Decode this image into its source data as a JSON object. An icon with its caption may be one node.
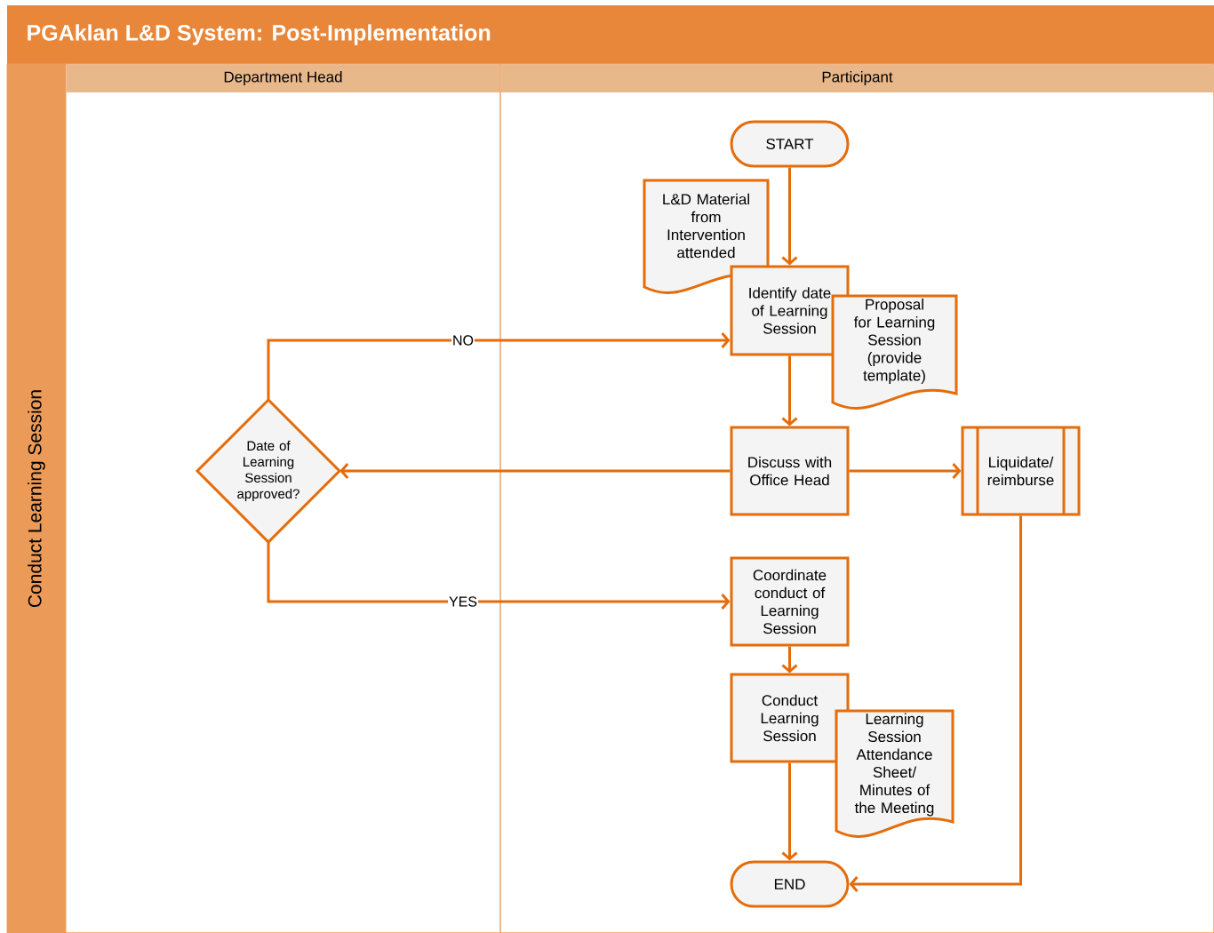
{
  "diagram": {
    "title": "PGAklan L&D System: Post-Implementation",
    "nodes": [
      {
        "text": [
          "Conduct Learning Session"
        ]
      },
      {
        "text": [
          "Department Head"
        ],
        "in": 0
      },
      {
        "text": [
          "Participant"
        ],
        "in": 0
      },
      {
        "text": [
          "START"
        ],
        "in": 2
      },
      {
        "text": [
          "L&D Material from Intervention attended"
        ],
        "in": 2
      },
      {
        "text": [
          "Identify date of Learning Session"
        ],
        "in": 2
      },
      {
        "text": [
          "Proposal for Learning Session (provide template)"
        ],
        "in": 2
      },
      {
        "text": [
          "Date of Learning Session approved?"
        ],
        "in": 1
      },
      {
        "text": [
          "Discuss with Office Head"
        ],
        "in": 2
      },
      {
        "text": [
          "Liquidate/ reimburse"
        ],
        "in": 2
      },
      {
        "text": [
          "Coordinate conduct of Learning Session"
        ],
        "in": 2
      },
      {
        "text": [
          "Conduct Learning Session"
        ],
        "in": 2
      },
      {
        "text": [
          "Learning Session Attendance Sheet/ Minutes of the Meeting"
        ],
        "in": 2
      },
      {
        "text": [
          "END"
        ],
        "in": 2
      }
    ],
    "edges": [
      {
        "from": 3,
        "to": 5,
        "arrow": "to"
      },
      {
        "from": 7,
        "to": 5,
        "arrow": "to",
        "label": "NO"
      },
      {
        "from": 5,
        "to": 8,
        "arrow": "to"
      },
      {
        "from": 8,
        "to": 7,
        "arrow": "to"
      },
      {
        "from": 8,
        "to": 9,
        "arrow": "to"
      },
      {
        "from": 7,
        "to": 10,
        "arrow": "to",
        "label": "YES"
      },
      {
        "from": 10,
        "to": 11,
        "arrow": "to"
      },
      {
        "from": 11,
        "to": 13,
        "arrow": "to"
      },
      {
        "from": 9,
        "to": 13,
        "arrow": "to"
      }
    ]
  }
}
